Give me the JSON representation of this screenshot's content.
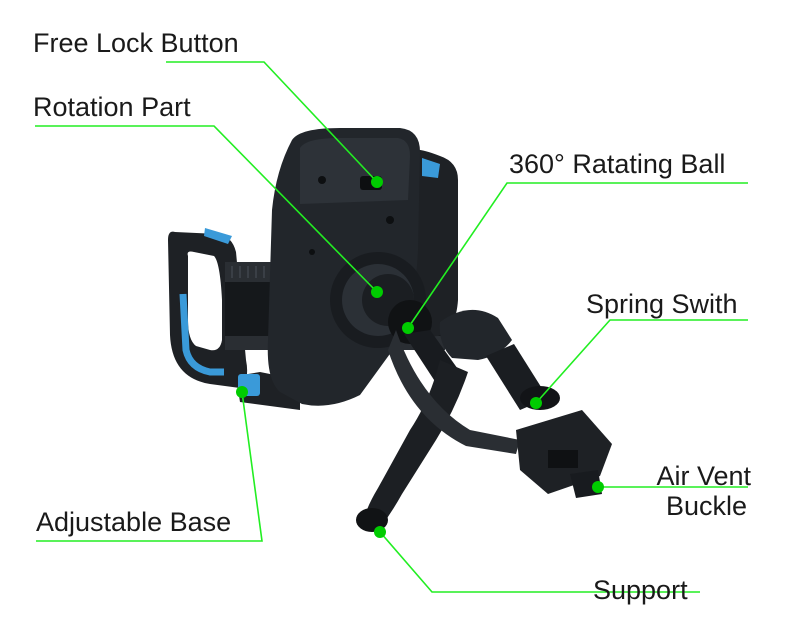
{
  "colors": {
    "leader": "#22ee22",
    "dot": "#00cc00",
    "plastic": "#1c1f23",
    "plastic_light": "#3a3f46",
    "accent_blue": "#3a9ad9",
    "text": "#1a1a1a"
  },
  "icons": [
    "phone-holder-icon"
  ],
  "labels": {
    "free_lock_button": "Free Lock Button",
    "rotation_part": "Rotation Part",
    "rotating_ball": "360° Ratating Ball",
    "spring_switch": "Spring Swith",
    "air_vent_line1": "Air Vent",
    "air_vent_line2": "Buckle",
    "adjustable_base": "Adjustable Base",
    "support": "Support"
  }
}
